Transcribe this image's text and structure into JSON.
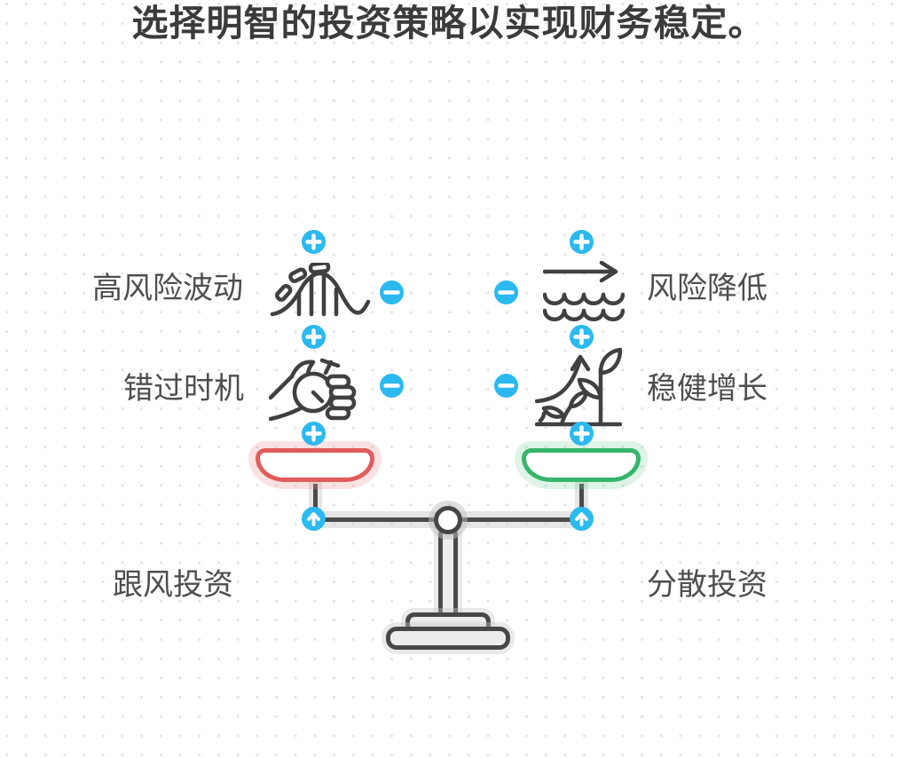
{
  "title": "选择明智的投资策略以实现财务稳定。",
  "left_items": [
    {
      "label": "高风险波动",
      "icon": "rollercoaster-icon"
    },
    {
      "label": "错过时机",
      "icon": "hand-stopwatch-icon"
    }
  ],
  "right_items": [
    {
      "label": "风险降低",
      "icon": "calm-water-arrow-icon"
    },
    {
      "label": "稳健增长",
      "icon": "plant-growth-icon"
    }
  ],
  "scale": {
    "left_pan_label": "跟风投资",
    "right_pan_label": "分散投资",
    "left_pan_color": "#e15b5b",
    "right_pan_color": "#36b56a"
  },
  "badges": {
    "plus": "+",
    "minus": "−",
    "up_arrow": "↑",
    "color": "#2bb9f0"
  },
  "colors": {
    "title": "#3b3b3b",
    "label": "#4e4e4e",
    "icon_stroke": "#404040",
    "beam": "#4a4a4a",
    "background_dot": "#e3e3e3"
  }
}
